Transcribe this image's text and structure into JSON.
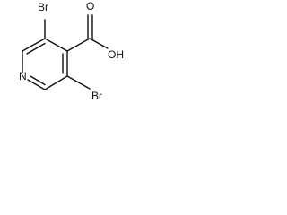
{
  "molecule": {
    "atoms": {
      "br_top": "Br",
      "br_bottom": "Br",
      "nitrogen": "N",
      "carbonyl_oxygen": "O",
      "hydroxyl": "OH"
    }
  }
}
